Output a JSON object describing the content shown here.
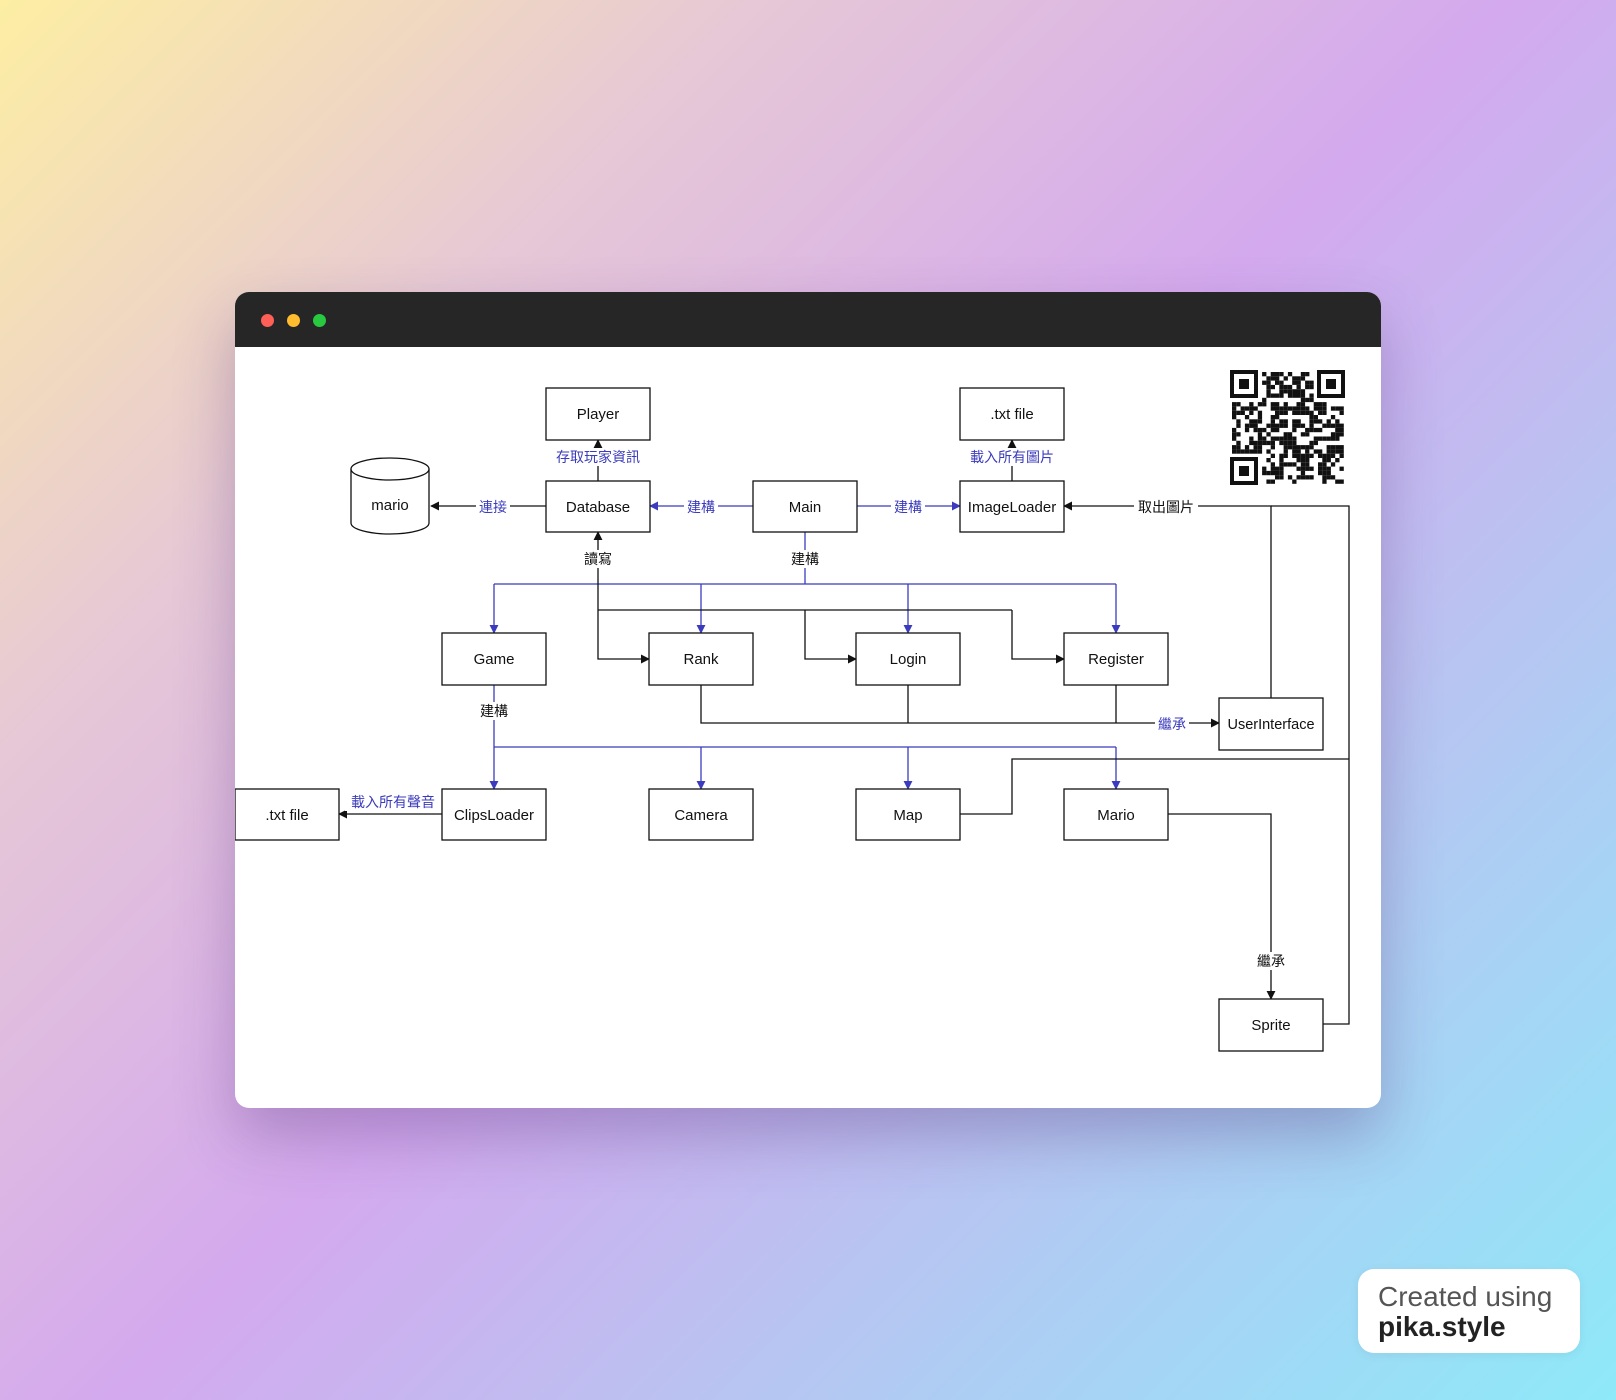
{
  "colors": {
    "edge_blue": "#3b3bbd",
    "edge_black": "#111111",
    "window_bar": "#262626",
    "dot_red": "#fe5f57",
    "dot_yellow": "#febc2e",
    "dot_green": "#28c840"
  },
  "diagram": {
    "nodes": {
      "player": "Player",
      "txt_top": ".txt file",
      "mario_db": "mario",
      "database": "Database",
      "main": "Main",
      "imageloader": "ImageLoader",
      "game": "Game",
      "rank": "Rank",
      "login": "Login",
      "register": "Register",
      "userinterface": "UserInterface",
      "txt_left": ".txt file",
      "clipsloader": "ClipsLoader",
      "camera": "Camera",
      "map": "Map",
      "mario": "Mario",
      "sprite": "Sprite"
    },
    "edges": {
      "db_player": "存取玩家資訊",
      "imgloader_txt": "載入所有圖片",
      "db_mario": "連接",
      "main_db": "建構",
      "main_imgloader": "建構",
      "take_image": "取出圖片",
      "readwrite": "讀寫",
      "main_build": "建構",
      "game_build": "建構",
      "inherit_ui": "繼承",
      "clips_txt": "載入所有聲音",
      "inherit_sprite": "繼承"
    }
  },
  "badge": {
    "line1": "Created using",
    "line2": "pika.style"
  }
}
